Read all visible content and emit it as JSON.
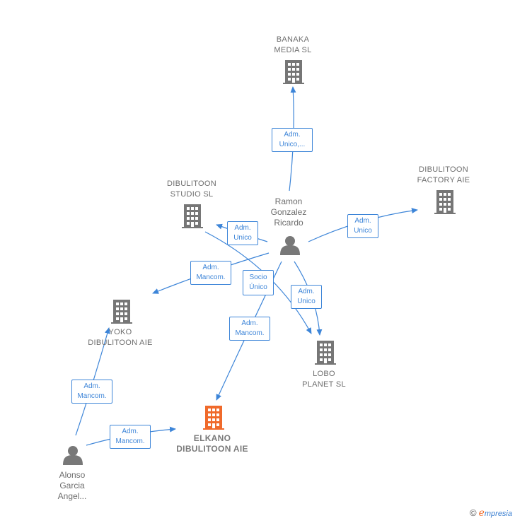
{
  "colors": {
    "edge": "#3d85d8",
    "company": "#767676",
    "focus_company": "#f06a2b",
    "person": "#787878"
  },
  "nodes": {
    "banaka": "BANAKA\nMEDIA  SL",
    "dibulitoon_studio": "DIBULITOON\nSTUDIO  SL",
    "dibulitoon_factory": "DIBULITOON\nFACTORY AIE",
    "ramon": "Ramon\nGonzalez\nRicardo",
    "yoko": "YOKO\nDIBULITOON AIE",
    "lobo": "LOBO\nPLANET  SL",
    "elkano": "ELKANO\nDIBULITOON AIE",
    "alonso": "Alonso\nGarcia\nAngel..."
  },
  "edges": {
    "ramon_banaka": [
      "Adm.",
      "Unico,..."
    ],
    "ramon_factory": [
      "Adm.",
      "Unico"
    ],
    "ramon_studio": [
      "Adm.",
      "Unico"
    ],
    "ramon_yoko": [
      "Adm.",
      "Mancom."
    ],
    "studio_lobo": [
      "Socio",
      "Único"
    ],
    "ramon_lobo": [
      "Adm.",
      "Unico"
    ],
    "ramon_elkano": [
      "Adm.",
      "Mancom."
    ],
    "alonso_yoko": [
      "Adm.",
      "Mancom."
    ],
    "alonso_elkano": [
      "Adm.",
      "Mancom."
    ]
  },
  "icons": {
    "company": "building-icon",
    "person": "person-icon"
  },
  "footer": {
    "copyright": "©",
    "e_letter": "e",
    "brand": "mpresia"
  }
}
